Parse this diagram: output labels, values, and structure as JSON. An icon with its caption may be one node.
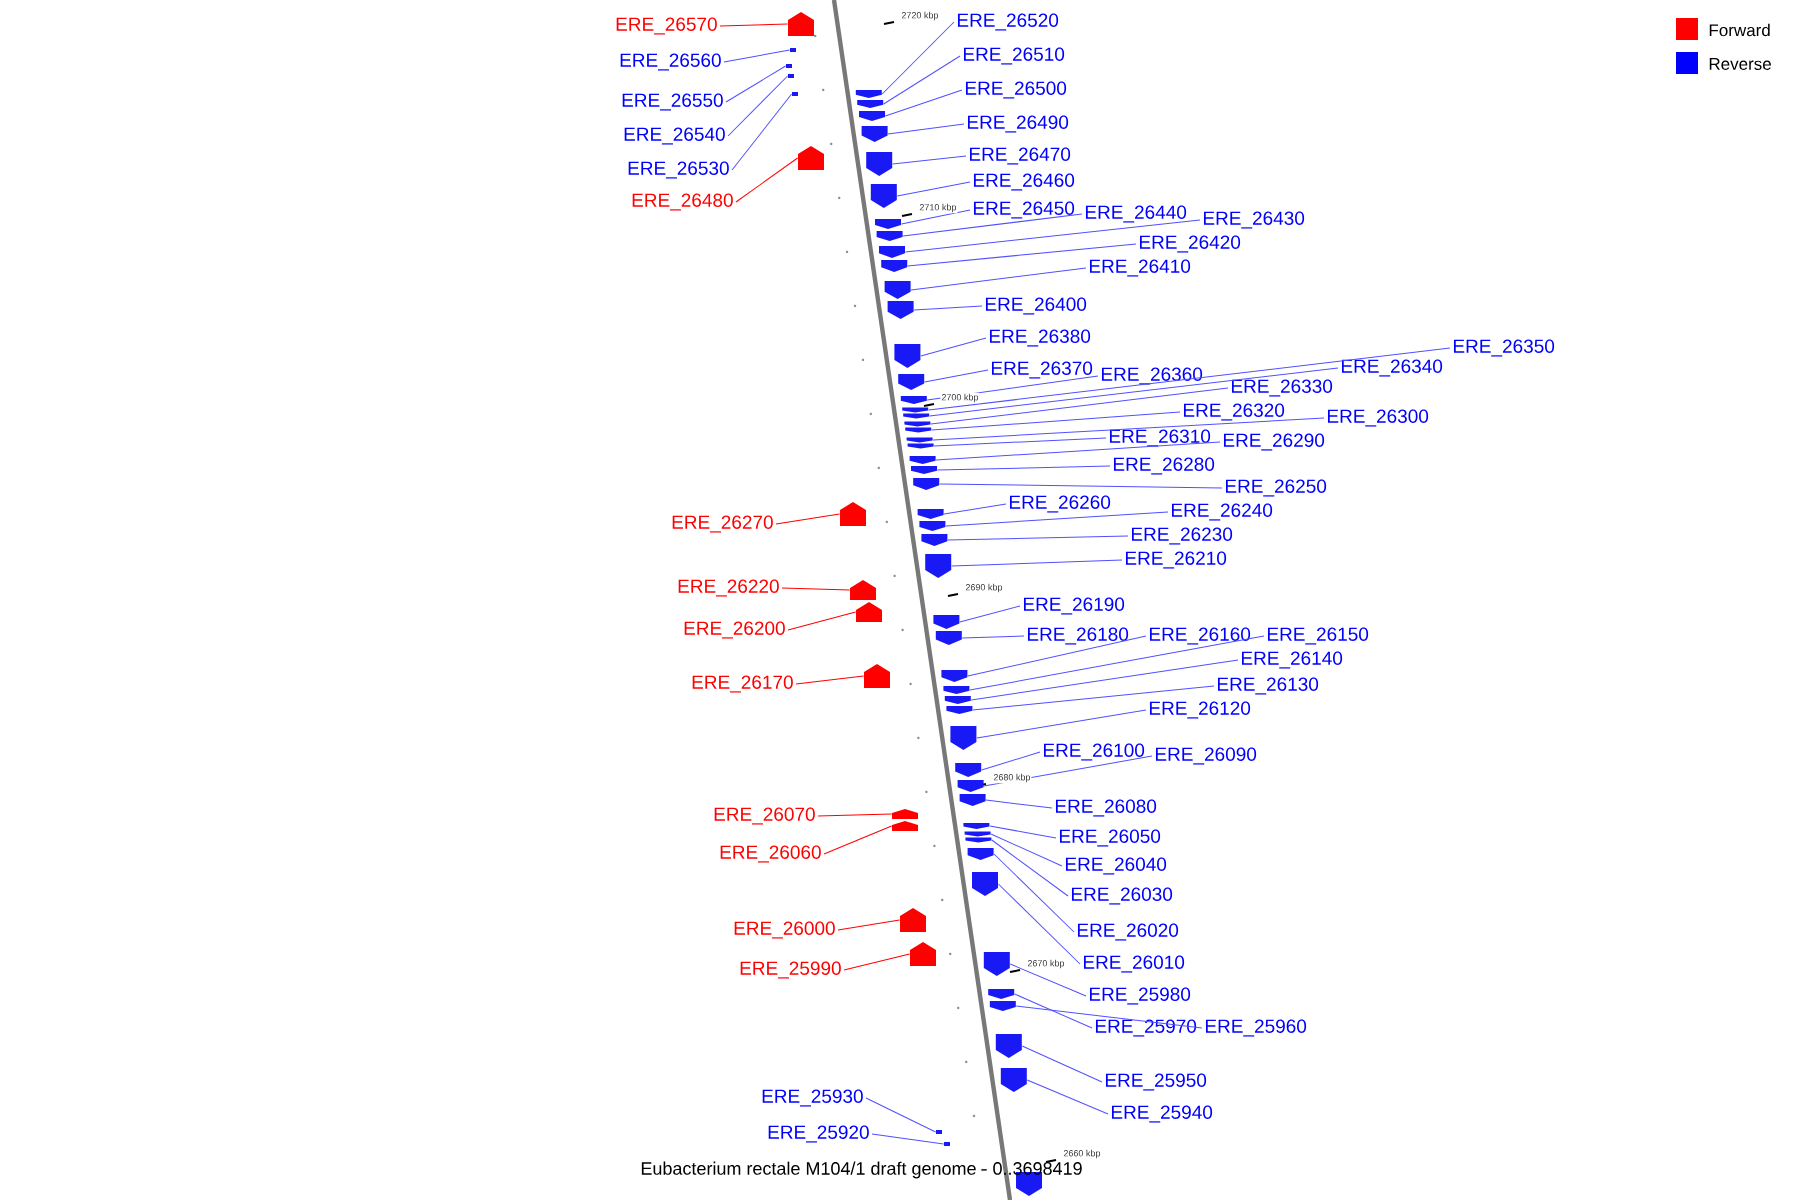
{
  "diagram": {
    "caption": "Eubacterium rectale M104/1 draft genome - 0..3698419",
    "nodes": [
      {
        "text": [
          "ERE_26570"
        ]
      },
      {
        "text": [
          "ERE_26520"
        ]
      },
      {
        "text": [
          "ERE_26510"
        ]
      },
      {
        "text": [
          "ERE_26560"
        ]
      },
      {
        "text": [
          "ERE_26500"
        ]
      },
      {
        "text": [
          "ERE_26550"
        ]
      },
      {
        "text": [
          "ERE_26490"
        ]
      },
      {
        "text": [
          "ERE_26540"
        ]
      },
      {
        "text": [
          "ERE_26470"
        ]
      },
      {
        "text": [
          "ERE_26530"
        ]
      },
      {
        "text": [
          "ERE_26460"
        ]
      },
      {
        "text": [
          "ERE_26480"
        ]
      },
      {
        "text": [
          "ERE_26450"
        ]
      },
      {
        "text": [
          "ERE_26440"
        ]
      },
      {
        "text": [
          "ERE_26430"
        ]
      },
      {
        "text": [
          "ERE_26420"
        ]
      },
      {
        "text": [
          "ERE_26410"
        ]
      },
      {
        "text": [
          "ERE_26400"
        ]
      },
      {
        "text": [
          "ERE_26380"
        ]
      },
      {
        "text": [
          "ERE_26350"
        ]
      },
      {
        "text": [
          "ERE_26340"
        ]
      },
      {
        "text": [
          "ERE_26370"
        ]
      },
      {
        "text": [
          "ERE_26360"
        ]
      },
      {
        "text": [
          "ERE_26330"
        ]
      },
      {
        "text": [
          "ERE_26320"
        ]
      },
      {
        "text": [
          "ERE_26300"
        ]
      },
      {
        "text": [
          "ERE_26310"
        ]
      },
      {
        "text": [
          "ERE_26290"
        ]
      },
      {
        "text": [
          "ERE_26280"
        ]
      },
      {
        "text": [
          "ERE_26250"
        ]
      },
      {
        "text": [
          "ERE_26260"
        ]
      },
      {
        "text": [
          "ERE_26240"
        ]
      },
      {
        "text": [
          "ERE_26270"
        ]
      },
      {
        "text": [
          "ERE_26230"
        ]
      },
      {
        "text": [
          "ERE_26210"
        ]
      },
      {
        "text": [
          "ERE_26220"
        ]
      },
      {
        "text": [
          "ERE_26190"
        ]
      },
      {
        "text": [
          "ERE_26200"
        ]
      },
      {
        "text": [
          "ERE_26180"
        ]
      },
      {
        "text": [
          "ERE_26160"
        ]
      },
      {
        "text": [
          "ERE_26150"
        ]
      },
      {
        "text": [
          "ERE_26140"
        ]
      },
      {
        "text": [
          "ERE_26170"
        ]
      },
      {
        "text": [
          "ERE_26130"
        ]
      },
      {
        "text": [
          "ERE_26120"
        ]
      },
      {
        "text": [
          "ERE_26100"
        ]
      },
      {
        "text": [
          "ERE_26090"
        ]
      },
      {
        "text": [
          "ERE_26080"
        ]
      },
      {
        "text": [
          "ERE_26070"
        ]
      },
      {
        "text": [
          "ERE_26050"
        ]
      },
      {
        "text": [
          "ERE_26060"
        ]
      },
      {
        "text": [
          "ERE_26040"
        ]
      },
      {
        "text": [
          "ERE_26030"
        ]
      },
      {
        "text": [
          "ERE_26000"
        ]
      },
      {
        "text": [
          "ERE_26020"
        ]
      },
      {
        "text": [
          "ERE_26010"
        ]
      },
      {
        "text": [
          "ERE_25990"
        ]
      },
      {
        "text": [
          "ERE_25980"
        ]
      },
      {
        "text": [
          "ERE_25970"
        ]
      },
      {
        "text": [
          "ERE_25960"
        ]
      },
      {
        "text": [
          "ERE_25950"
        ]
      },
      {
        "text": [
          "ERE_25930"
        ]
      },
      {
        "text": [
          "ERE_25940"
        ]
      },
      {
        "text": [
          "ERE_25920"
        ]
      },
      {
        "text": [],
        "shape": "pentagon"
      },
      {
        "text": [],
        "shape": "pentagon"
      },
      {
        "text": [],
        "shape": "pentagon"
      },
      {
        "text": [],
        "shape": "pentagon"
      },
      {
        "text": [],
        "shape": "pentagon"
      },
      {
        "text": [],
        "shape": "pentagon"
      },
      {
        "text": [],
        "shape": "pentagon"
      },
      {
        "text": [],
        "shape": "pentagon"
      },
      {
        "text": [],
        "shape": "pentagon"
      },
      {
        "text": [],
        "shape": "pentagon"
      },
      {
        "text": [],
        "shape": "pentagon"
      },
      {
        "text": [],
        "shape": "pentagon"
      },
      {
        "text": [],
        "shape": "pentagon"
      },
      {
        "text": [],
        "shape": "pentagon"
      },
      {
        "text": [],
        "shape": "pentagon"
      },
      {
        "text": [],
        "shape": "pentagon"
      },
      {
        "text": [],
        "shape": "pentagon"
      },
      {
        "text": [],
        "shape": "pentagon"
      },
      {
        "text": [],
        "shape": "pentagon"
      },
      {
        "text": [],
        "shape": "pentagon"
      },
      {
        "text": [],
        "shape": "pentagon"
      },
      {
        "text": [],
        "shape": "pentagon"
      },
      {
        "text": [],
        "shape": "pentagon"
      },
      {
        "text": [],
        "shape": "pentagon"
      },
      {
        "text": [],
        "shape": "pentagon"
      },
      {
        "text": [],
        "shape": "pentagon"
      },
      {
        "text": [],
        "shape": "pentagon"
      },
      {
        "text": [],
        "shape": "pentagon"
      },
      {
        "text": [],
        "shape": "pentagon"
      },
      {
        "text": [],
        "shape": "pentagon"
      },
      {
        "text": [],
        "shape": "pentagon"
      },
      {
        "text": [],
        "shape": "pentagon"
      },
      {
        "text": [],
        "shape": "pentagon"
      },
      {
        "text": [],
        "shape": "pentagon"
      },
      {
        "text": [],
        "shape": "pentagon"
      },
      {
        "text": [],
        "shape": "pentagon"
      },
      {
        "text": [],
        "shape": "pentagon"
      },
      {
        "text": [],
        "shape": "pentagon"
      },
      {
        "text": [],
        "shape": "pentagon"
      },
      {
        "text": [],
        "shape": "pentagon"
      },
      {
        "text": [],
        "shape": "pentagon"
      },
      {
        "text": [],
        "shape": "pentagon"
      },
      {
        "text": [],
        "shape": "pentagon"
      },
      {
        "text": [],
        "shape": "pentagon"
      },
      {
        "text": [],
        "shape": "pentagon"
      },
      {
        "text": [],
        "shape": "pentagon"
      },
      {
        "text": [],
        "shape": "pentagon"
      },
      {
        "text": [],
        "shape": "pentagon"
      },
      {
        "text": [],
        "shape": "pentagon"
      },
      {
        "text": [],
        "shape": "pentagon"
      },
      {
        "text": [],
        "shape": "pentagon"
      },
      {
        "text": [],
        "shape": "pentagon"
      },
      {
        "text": [],
        "shape": "pentagon"
      },
      {
        "text": [],
        "shape": "pentagon"
      },
      {
        "text": [],
        "shape": "pentagon"
      },
      {
        "text": [],
        "shape": "pentagon"
      },
      {
        "text": [],
        "shape": "pentagon"
      },
      {
        "text": [],
        "shape": "pentagon"
      },
      {
        "text": [],
        "shape": "pentagon"
      },
      {
        "text": [],
        "shape": "pentagon"
      },
      {
        "text": [],
        "shape": "pentagon"
      },
      {
        "text": [],
        "shape": "pentagon"
      },
      {
        "text": [],
        "shape": "pentagon"
      },
      {
        "text": [],
        "shape": "pentagon"
      },
      {
        "text": [],
        "shape": "pentagon"
      }
    ],
    "edges": [
      {
        "from": 0,
        "to": 64,
        "arrow": "none",
        "color": "#ff0000"
      },
      {
        "from": 1,
        "to": 69,
        "arrow": "none"
      },
      {
        "from": 2,
        "to": 70,
        "arrow": "none"
      },
      {
        "from": 3,
        "to": 65,
        "arrow": "none"
      },
      {
        "from": 4,
        "to": 71,
        "arrow": "none"
      },
      {
        "from": 5,
        "to": 66,
        "arrow": "none"
      },
      {
        "from": 6,
        "to": 72,
        "arrow": "none"
      },
      {
        "from": 7,
        "to": 67,
        "arrow": "none"
      },
      {
        "from": 8,
        "to": 74,
        "arrow": "none"
      },
      {
        "from": 9,
        "to": 68,
        "arrow": "none"
      },
      {
        "from": 10,
        "to": 75,
        "arrow": "none"
      },
      {
        "from": 11,
        "to": 73,
        "arrow": "none",
        "color": "#ff0000"
      },
      {
        "from": 12,
        "to": 76,
        "arrow": "none"
      },
      {
        "from": 13,
        "to": 77,
        "arrow": "none"
      },
      {
        "from": 14,
        "to": 78,
        "arrow": "none"
      },
      {
        "from": 15,
        "to": 79,
        "arrow": "none"
      },
      {
        "from": 16,
        "to": 80,
        "arrow": "none"
      },
      {
        "from": 17,
        "to": 81,
        "arrow": "none"
      },
      {
        "from": 18,
        "to": 82,
        "arrow": "none"
      },
      {
        "from": 19,
        "to": 85,
        "arrow": "none"
      },
      {
        "from": 20,
        "to": 86,
        "arrow": "none"
      },
      {
        "from": 21,
        "to": 83,
        "arrow": "none"
      },
      {
        "from": 22,
        "to": 84,
        "arrow": "none"
      },
      {
        "from": 23,
        "to": 87,
        "arrow": "none"
      },
      {
        "from": 24,
        "to": 88,
        "arrow": "none"
      },
      {
        "from": 25,
        "to": 89,
        "arrow": "none"
      },
      {
        "from": 26,
        "to": 90,
        "arrow": "none"
      },
      {
        "from": 27,
        "to": 91,
        "arrow": "none"
      },
      {
        "from": 28,
        "to": 92,
        "arrow": "none"
      },
      {
        "from": 29,
        "to": 93,
        "arrow": "none"
      },
      {
        "from": 30,
        "to": 94,
        "arrow": "none"
      },
      {
        "from": 31,
        "to": 96,
        "arrow": "none"
      },
      {
        "from": 32,
        "to": 95,
        "arrow": "none",
        "color": "#ff0000"
      },
      {
        "from": 33,
        "to": 97,
        "arrow": "none"
      },
      {
        "from": 34,
        "to": 98,
        "arrow": "none"
      },
      {
        "from": 35,
        "to": 99,
        "arrow": "none",
        "color": "#ff0000"
      },
      {
        "from": 36,
        "to": 101,
        "arrow": "none"
      },
      {
        "from": 37,
        "to": 100,
        "arrow": "none",
        "color": "#ff0000"
      },
      {
        "from": 38,
        "to": 102,
        "arrow": "none"
      },
      {
        "from": 39,
        "to": 103,
        "arrow": "none"
      },
      {
        "from": 40,
        "to": 105,
        "arrow": "none"
      },
      {
        "from": 41,
        "to": 106,
        "arrow": "none"
      },
      {
        "from": 42,
        "to": 104,
        "arrow": "none",
        "color": "#ff0000"
      },
      {
        "from": 43,
        "to": 107,
        "arrow": "none"
      },
      {
        "from": 44,
        "to": 108,
        "arrow": "none"
      },
      {
        "from": 45,
        "to": 109,
        "arrow": "none"
      },
      {
        "from": 46,
        "to": 110,
        "arrow": "none"
      },
      {
        "from": 47,
        "to": 111,
        "arrow": "none"
      },
      {
        "from": 48,
        "to": 112,
        "arrow": "none",
        "color": "#ff0000"
      },
      {
        "from": 49,
        "to": 114,
        "arrow": "none"
      },
      {
        "from": 50,
        "to": 113,
        "arrow": "none",
        "color": "#ff0000"
      },
      {
        "from": 51,
        "to": 115,
        "arrow": "none"
      },
      {
        "from": 52,
        "to": 116,
        "arrow": "none"
      },
      {
        "from": 53,
        "to": 119,
        "arrow": "none",
        "color": "#ff0000"
      },
      {
        "from": 54,
        "to": 117,
        "arrow": "none"
      },
      {
        "from": 55,
        "to": 118,
        "arrow": "none"
      },
      {
        "from": 56,
        "to": 120,
        "arrow": "none",
        "color": "#ff0000"
      },
      {
        "from": 57,
        "to": 121,
        "arrow": "none"
      },
      {
        "from": 58,
        "to": 122,
        "arrow": "none"
      },
      {
        "from": 59,
        "to": 123,
        "arrow": "none"
      },
      {
        "from": 60,
        "to": 124,
        "arrow": "none"
      },
      {
        "from": 61,
        "to": 126,
        "arrow": "none"
      },
      {
        "from": 62,
        "to": 125,
        "arrow": "none"
      },
      {
        "from": 63,
        "to": 127,
        "arrow": "none"
      }
    ],
    "labels": [
      "2720 kbp",
      "2710 kbp",
      "2700 kbp",
      "2690 kbp",
      "2680 kbp",
      "2670 kbp",
      "2660 kbp"
    ],
    "legend": [
      {
        "text": "Forward",
        "color": "#ff0000"
      },
      {
        "text": "Reverse",
        "color": "#0000ff"
      }
    ]
  }
}
